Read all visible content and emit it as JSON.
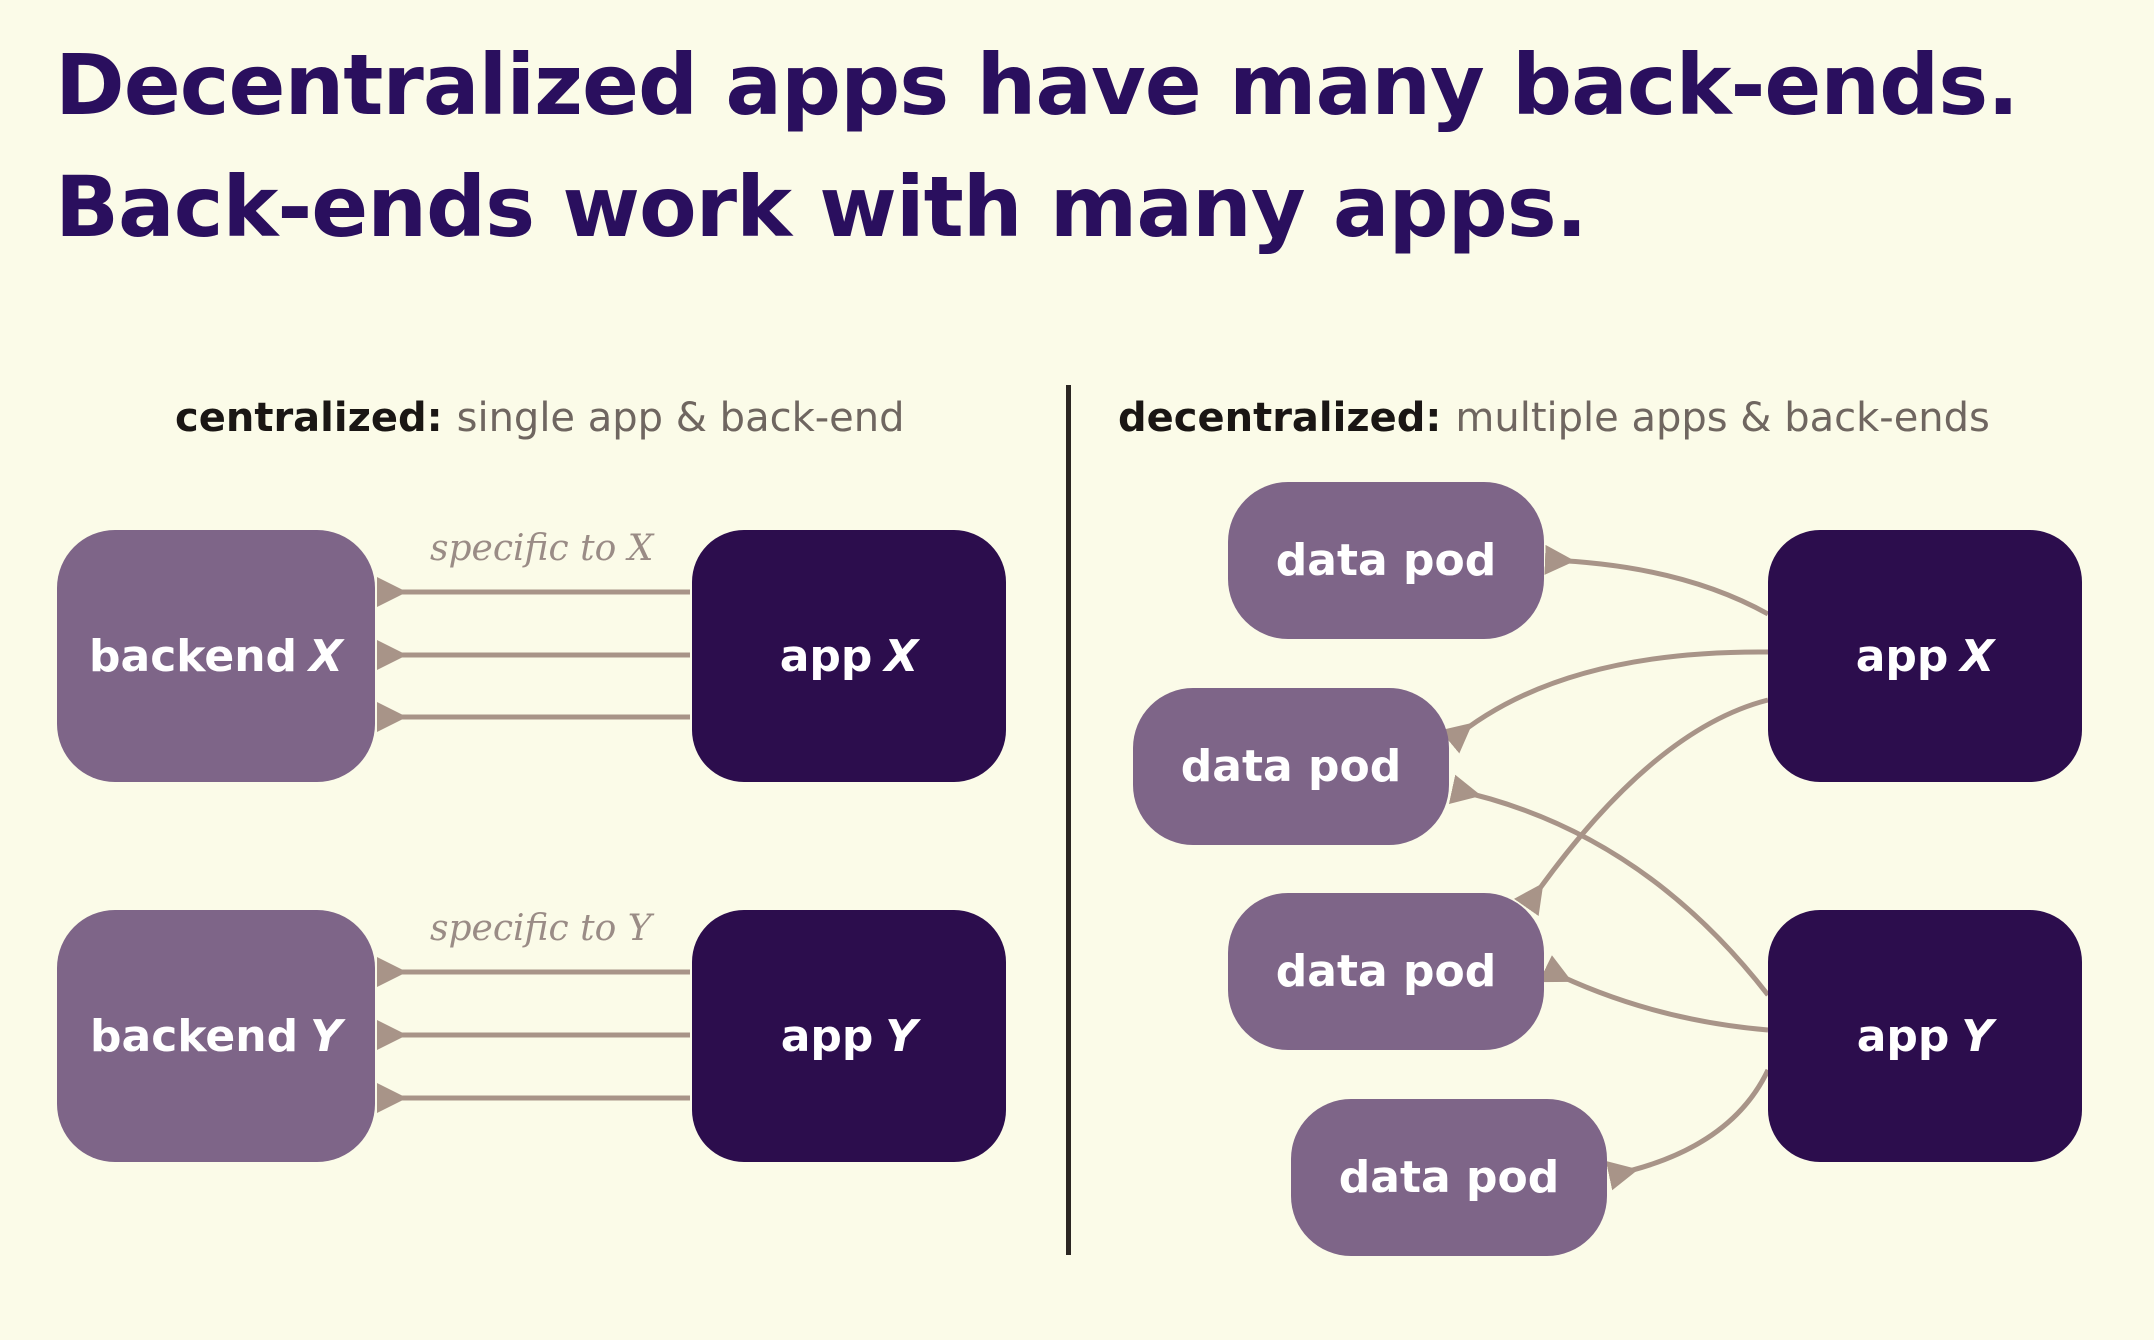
{
  "slide": {
    "title_line1": "Decentralized apps have many back-ends.",
    "title_line2": "Back-ends work with many apps."
  },
  "centralized": {
    "heading_strong": "centralized:",
    "heading_rest": "single app & back-end",
    "row_x": {
      "backend_word": "backend",
      "backend_letter": "X",
      "app_word": "app",
      "app_letter": "X",
      "connection_label": "specific to X"
    },
    "row_y": {
      "backend_word": "backend",
      "backend_letter": "Y",
      "app_word": "app",
      "app_letter": "Y",
      "connection_label": "specific to Y"
    }
  },
  "decentralized": {
    "heading_strong": "decentralized:",
    "heading_rest": "multiple apps & back-ends",
    "app_x": {
      "word": "app",
      "letter": "X"
    },
    "app_y": {
      "word": "app",
      "letter": "Y"
    },
    "pods": [
      "data pod",
      "data pod",
      "data pod",
      "data pod"
    ]
  },
  "colors": {
    "background": "#fbfbe8",
    "title": "#2a0f5e",
    "backend_fill": "#7e6588",
    "app_fill": "#2c0d4d",
    "arrow": "#a89488"
  }
}
